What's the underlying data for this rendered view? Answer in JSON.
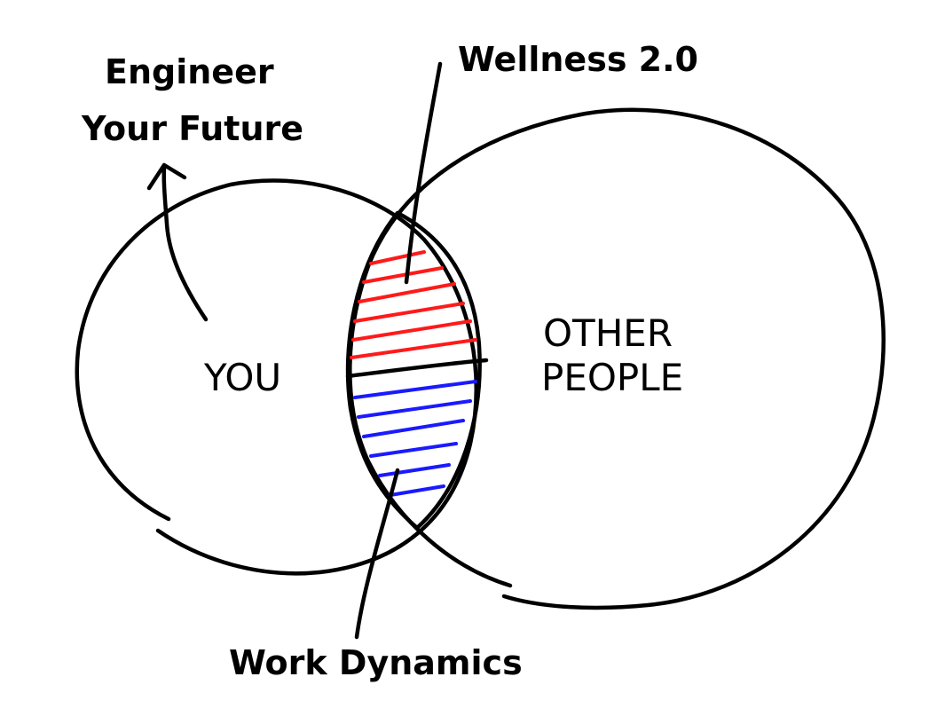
{
  "labels": {
    "you": "YOU",
    "other_line1": "OTHER",
    "other_line2": "PEOPLE",
    "engineer_line1": "Engineer",
    "engineer_line2": "Your Future",
    "wellness": "Wellness 2.0",
    "work_dynamics": "Work Dynamics"
  },
  "colors": {
    "upper_hatch": "#ff1a1a",
    "lower_hatch": "#1a1aff",
    "ink": "#000000"
  }
}
